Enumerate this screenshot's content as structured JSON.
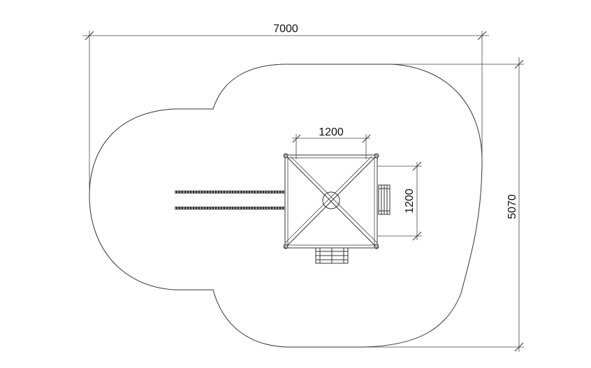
{
  "dimensions": {
    "overall_width": "7000",
    "overall_depth": "5070",
    "tower_width": "1200",
    "tower_depth": "1200"
  }
}
